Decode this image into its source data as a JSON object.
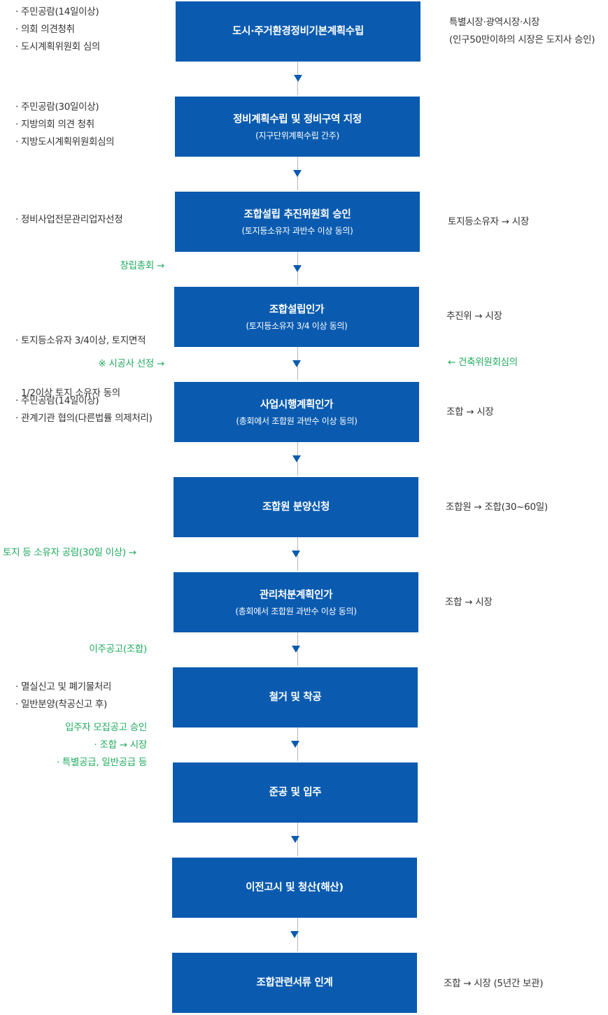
{
  "steps": [
    {
      "title": "도시·주거환경정비기본계획수립",
      "sub": ""
    },
    {
      "title": "정비계획수립 및 정비구역 지정",
      "sub": "(지구단위계획수립 간주)"
    },
    {
      "title": "조합설립 추진위원회 승인",
      "sub": "(토지등소유자 과반수 이상 동의)"
    },
    {
      "title": "조합설립인가",
      "sub": "(토지등소유자 3/4 이상 동의)"
    },
    {
      "title": "사업시행계획인가",
      "sub": "(총회에서 조합원 과반수 이상 동의)"
    },
    {
      "title": "조합원 분양신청",
      "sub": ""
    },
    {
      "title": "관리처분계획인가",
      "sub": "(총회에서 조합원 과반수 이상 동의)"
    },
    {
      "title": "철거 및 착공",
      "sub": ""
    },
    {
      "title": "준공 및 입주",
      "sub": ""
    },
    {
      "title": "이전고시 및 청산(해산)",
      "sub": ""
    },
    {
      "title": "조합관련서류 인계",
      "sub": ""
    }
  ],
  "left_notes": {
    "n1": [
      "· 주민공람(14일이상)",
      "· 의회 의견청취",
      "· 도시계획위원회 심의"
    ],
    "n2": [
      "· 주민공람(30일이상)",
      "· 지방의회 의견 청취",
      "· 지방도시계획위원회심의"
    ],
    "n3": [
      "· 정비사업전문관리업자선정"
    ],
    "n4": [
      "· 토지등소유자 3/4이상, 토지면적",
      "  1/2이상 토지 소유자 동의"
    ],
    "n5": [
      "· 주민공람(14일이상)",
      "· 관계기관 협의(다른법률 의제처리)"
    ],
    "n8": [
      "· 멸실신고 및 폐기물처리",
      "· 일반분양(착공신고 후)"
    ]
  },
  "green_notes": {
    "g1": "창립총회 →",
    "g2": "※ 시공사 선정 →",
    "g3": "← 건축위원회심의",
    "g4": "토지 등 소유자 공람(30일 이상) →",
    "g5": "이주공고(조합)",
    "g6": [
      "입주자 모집공고 승인",
      "· 조합 → 시장",
      "· 특별공급, 일반공급 등"
    ]
  },
  "right_notes": {
    "r1": [
      "특별시장·광역시장·시장",
      "(인구50만이하의 시장은 도지사 승인)"
    ],
    "r3": "토지등소유자 → 시장",
    "r4": "추진위 → 시장",
    "r5": "조합 → 시장",
    "r6": "조합원 → 조합(30~60일)",
    "r7": "조합 → 시장",
    "r11": "조합 → 시장 (5년간 보관)"
  },
  "colors": {
    "box": "#0a5bb0",
    "green": "#1faa5e",
    "text": "#333333"
  }
}
